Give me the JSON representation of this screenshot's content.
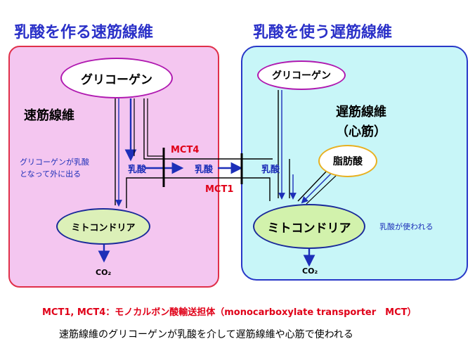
{
  "titles": {
    "left": "乳酸を作る速筋線維",
    "right": "乳酸を使う遅筋線維"
  },
  "left_panel": {
    "glycogen": "グリコーゲン",
    "fiber_label": "速筋線維",
    "note_line1": "グリコーゲンが乳酸",
    "note_line2": "となって外に出る",
    "lactate": "乳酸",
    "mitochondria": "ミトコンドリア",
    "co2": "CO₂"
  },
  "right_panel": {
    "glycogen": "グリコーゲン",
    "fiber_label_line1": "遅筋線維",
    "fiber_label_line2": "（心筋）",
    "fatty_acid": "脂肪酸",
    "lactate": "乳酸",
    "mitochondria": "ミトコンドリア",
    "usage_note": "乳酸が使われる",
    "co2": "CO₂"
  },
  "transport": {
    "mct4": "MCT4",
    "mct1": "MCT1",
    "lactate_middle": "乳酸"
  },
  "footer": {
    "mct_note": "MCT1, MCT4：モノカルボン酸輸送担体（monocarboxylate transporter　MCT）",
    "caption": "速筋線維のグリコーゲンが乳酸を介して遅筋線維や心筋で使われる"
  },
  "colors": {
    "title_blue": "#2a30c8",
    "left_panel_fill": "#f4c6f0",
    "left_panel_border": "#e0304a",
    "right_panel_fill": "#c8f6f8",
    "right_panel_border": "#2838c8",
    "arrow_blue": "#1d2fb8",
    "label_red": "#e00018"
  }
}
